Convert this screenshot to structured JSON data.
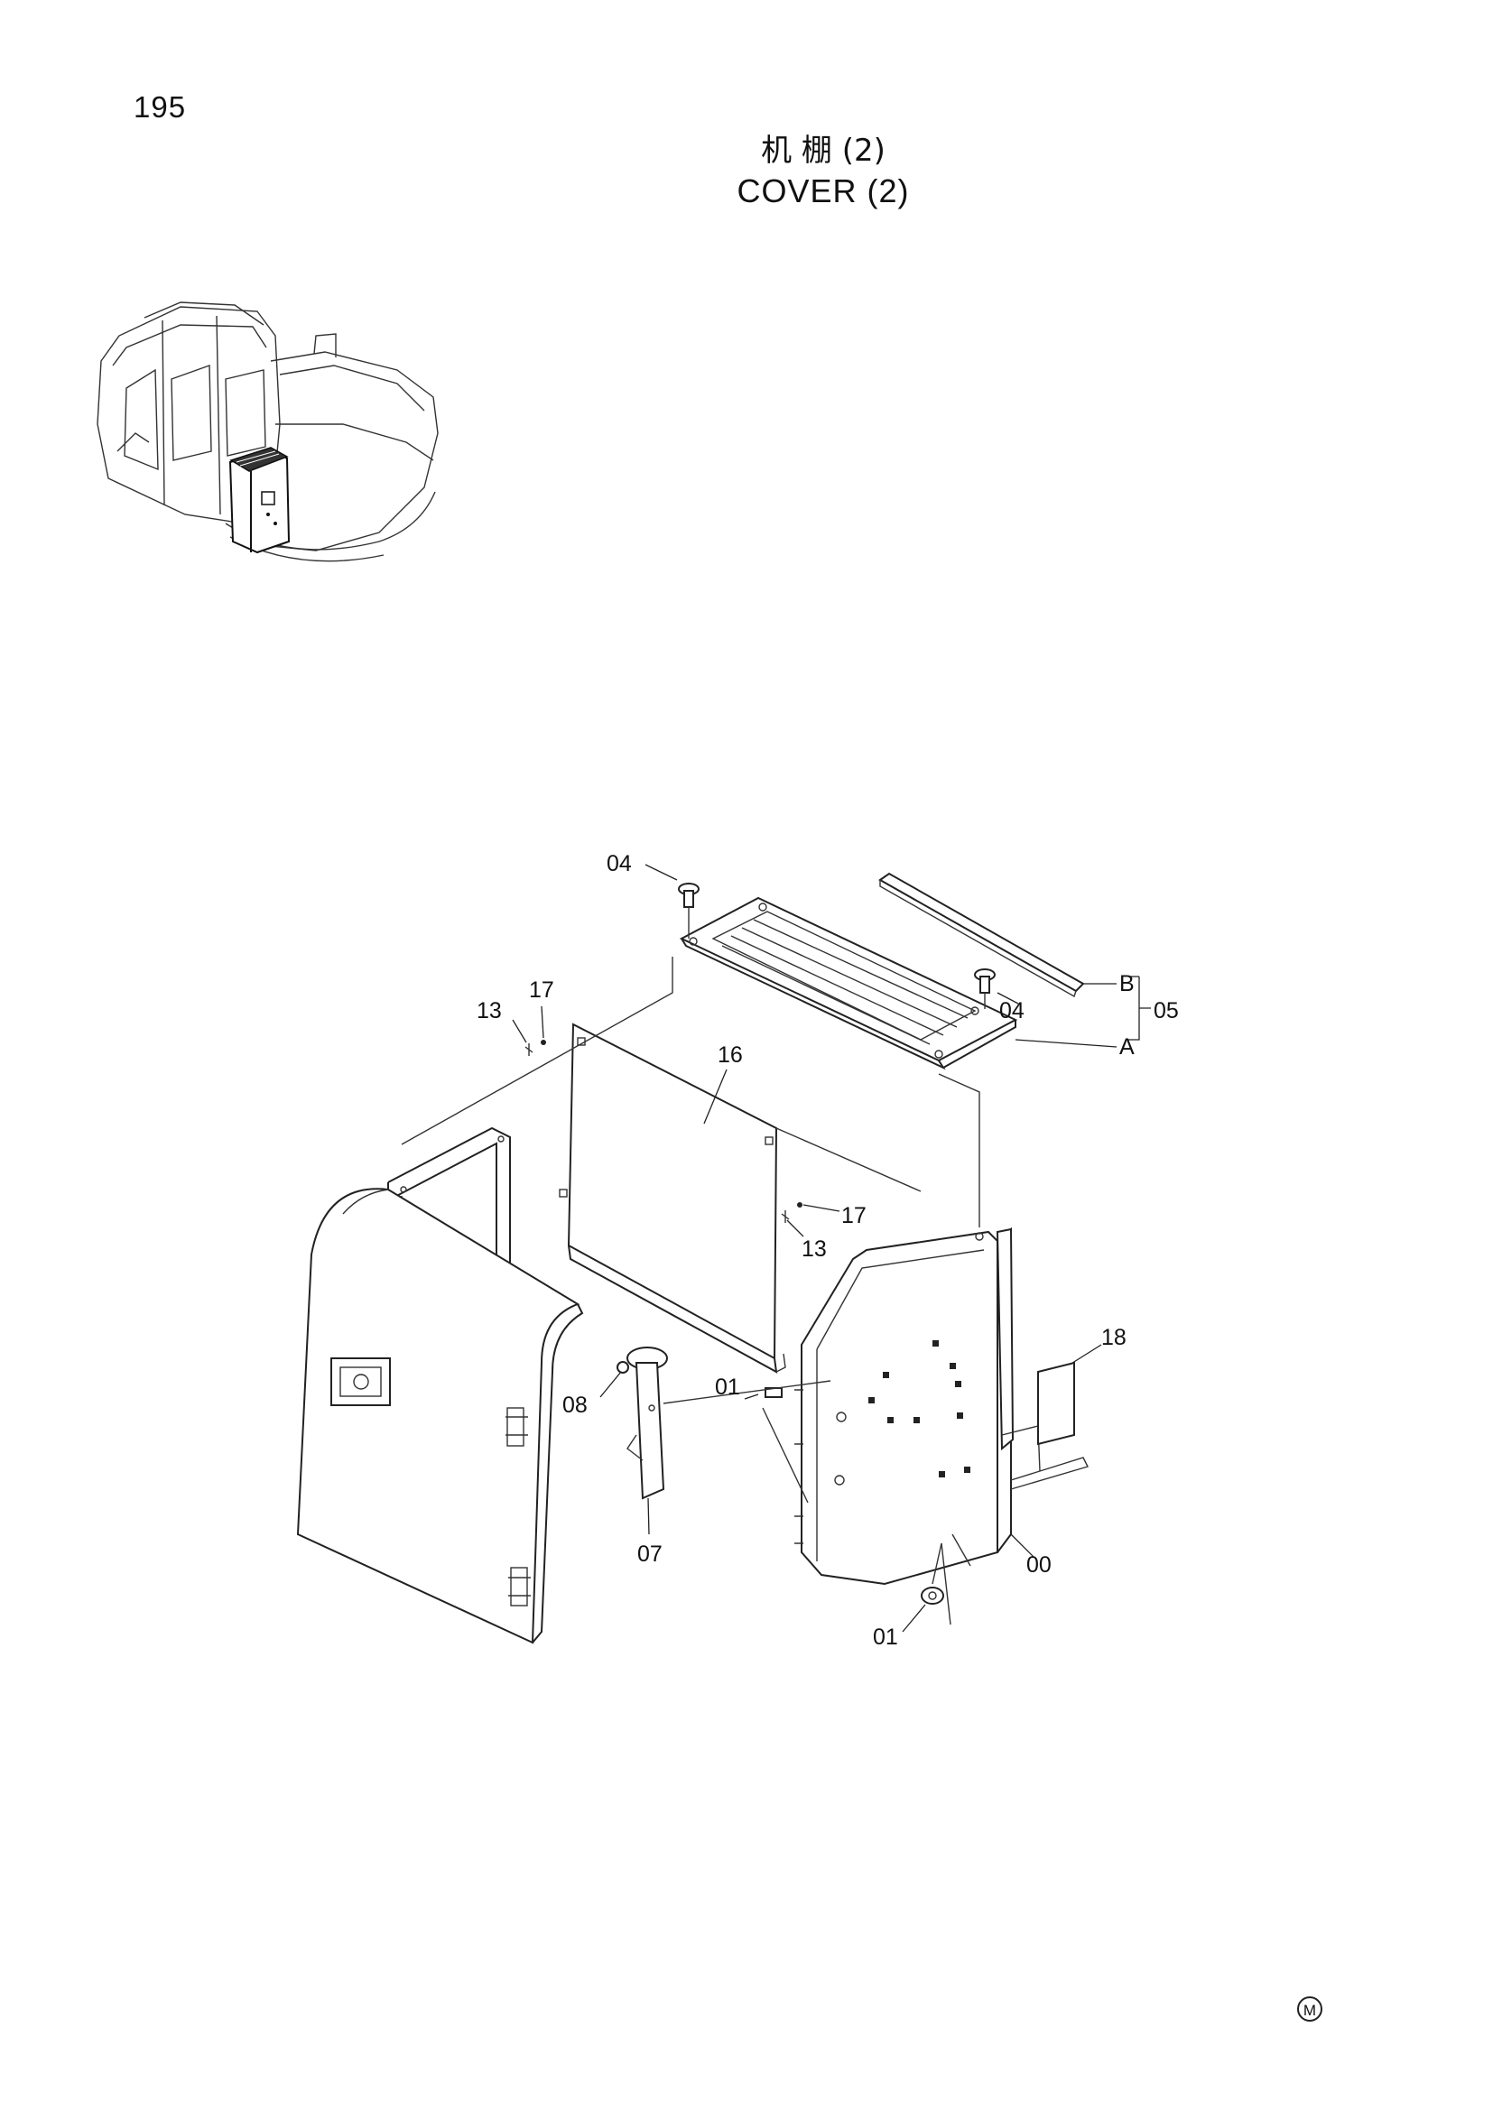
{
  "header": {
    "page_number": "195",
    "title_cn": "机 棚 (2)",
    "title_en": "COVER (2)"
  },
  "callouts": {
    "c00": "00",
    "c01a": "01",
    "c01b": "01",
    "c04a": "04",
    "c04b": "04",
    "c05": "05",
    "c07": "07",
    "c08": "08",
    "c13a": "13",
    "c13b": "13",
    "c16": "16",
    "c17a": "17",
    "c17b": "17",
    "c18": "18",
    "cA": "A",
    "cB": "B"
  },
  "footer": {
    "mark": "M"
  }
}
